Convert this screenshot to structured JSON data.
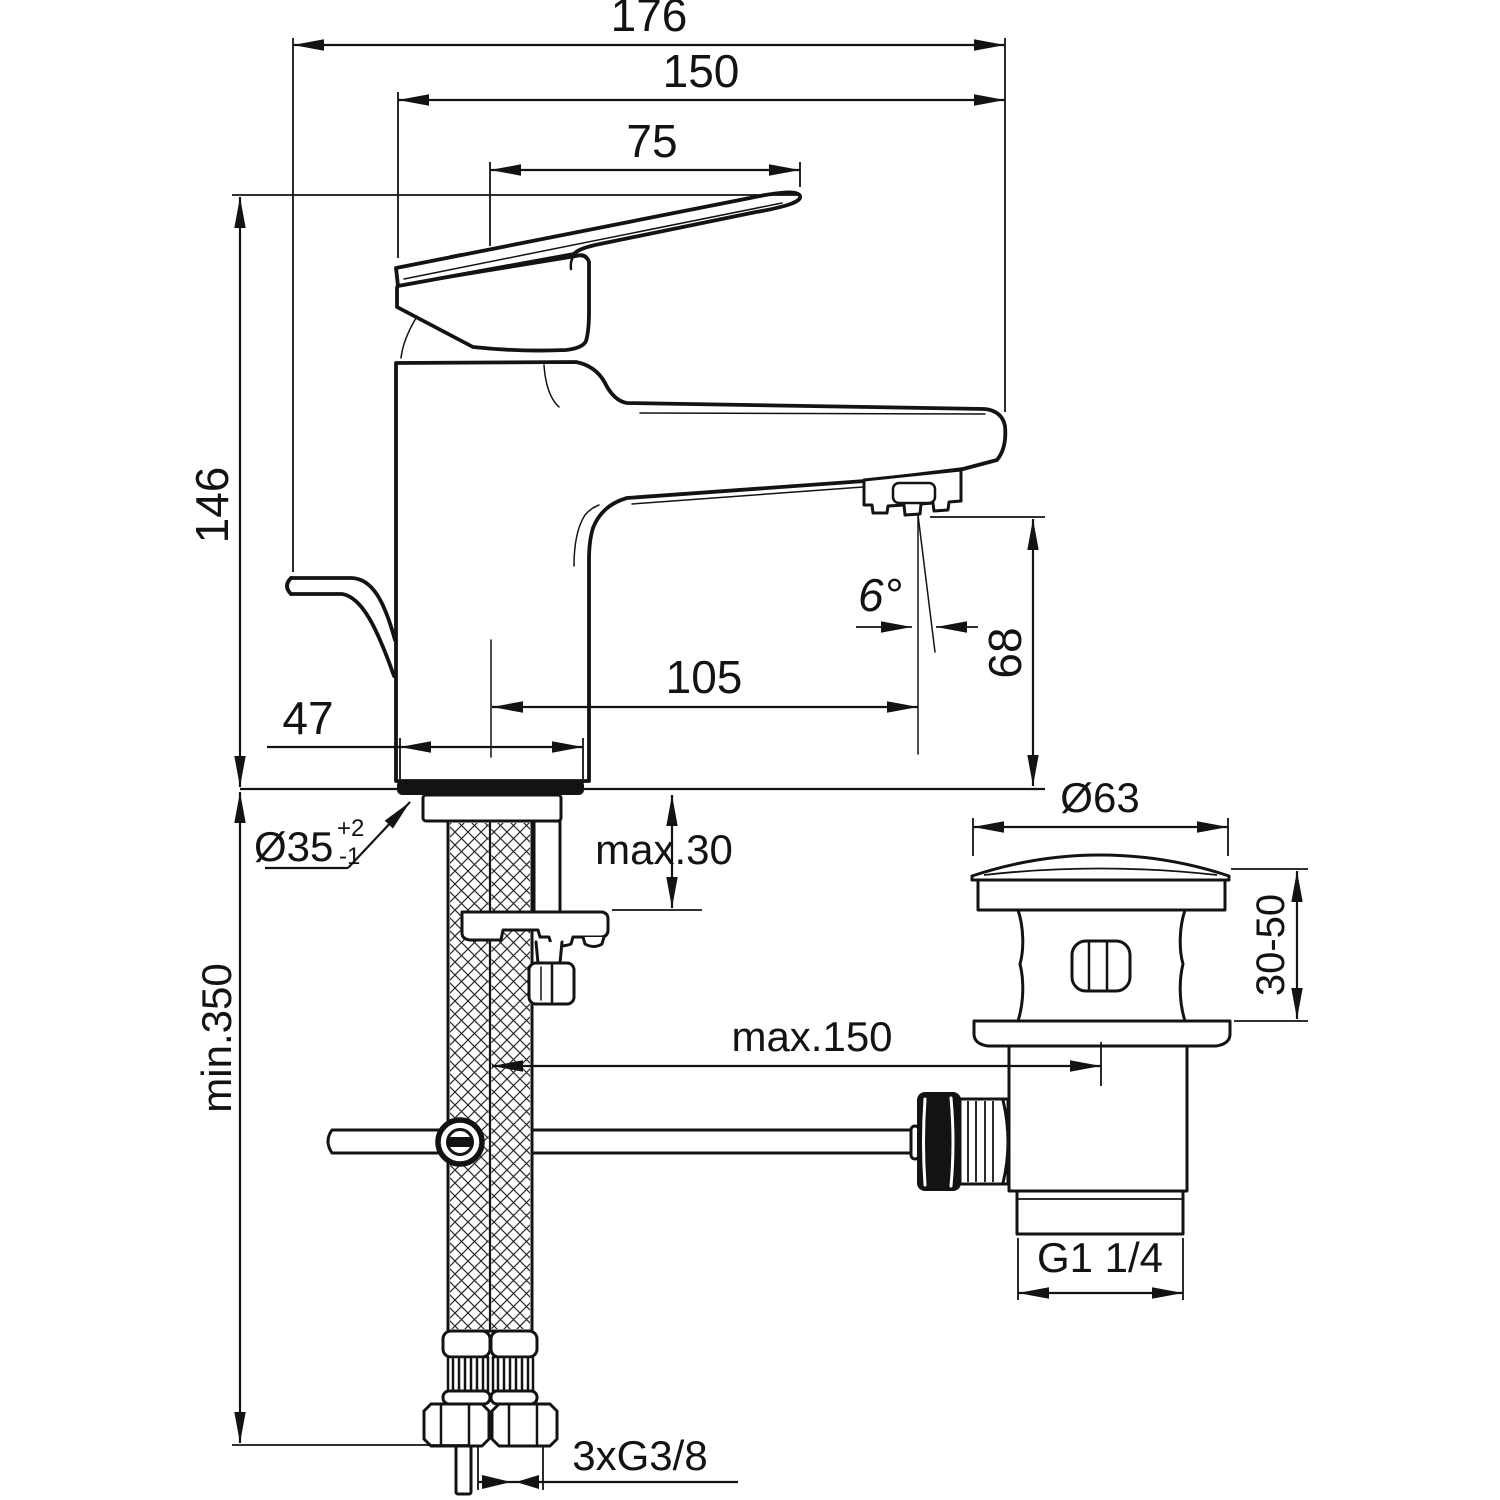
{
  "drawing": {
    "background": "#ffffff",
    "stroke_color": "#131313",
    "type": "technical-dimension-drawing"
  },
  "dimensions": {
    "overall_length": {
      "label": "176"
    },
    "body_to_spout_tip": {
      "label": "150"
    },
    "handle_length": {
      "label": "75"
    },
    "total_height": {
      "label": "146"
    },
    "base_width": {
      "label": "47"
    },
    "spout_reach": {
      "label": "105"
    },
    "stream_angle": {
      "label": "6°"
    },
    "outlet_height": {
      "label": "68"
    },
    "hole_diameter": {
      "label": "Ø35",
      "tol_plus": "+2",
      "tol_minus": "-1"
    },
    "deck_max_thickness": {
      "label": "max.30"
    },
    "hose_min_length": {
      "label": "min.350"
    },
    "rod_max_length": {
      "label": "max.150"
    },
    "waste_cap_diameter": {
      "label": "Ø63"
    },
    "waste_clamp_range": {
      "label": "30-50"
    },
    "waste_outlet_thread": {
      "label": "G1 1/4"
    },
    "supply_connection_thread": {
      "label": "3xG3/8"
    }
  }
}
